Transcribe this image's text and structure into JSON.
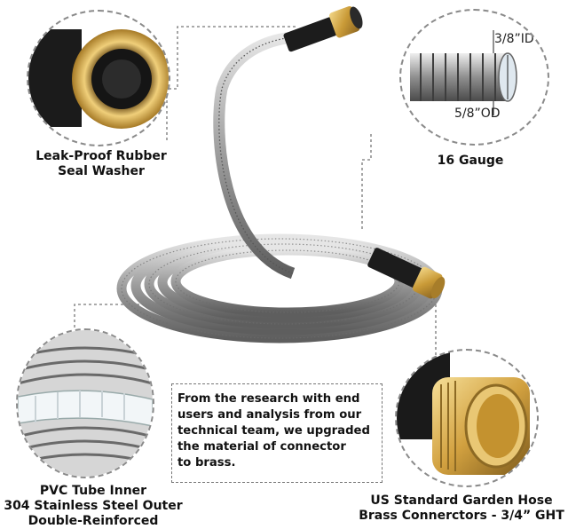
{
  "callouts": {
    "washer": {
      "line1": "Leak-Proof Rubber",
      "line2": "Seal Washer",
      "icon": "rubber-washer-closeup"
    },
    "gauge": {
      "label": "16 Gauge",
      "id_label": "3/8”ID",
      "od_label": "5/8”OD",
      "icon": "tube-cross-section"
    },
    "tube": {
      "line1": "PVC Tube Inner",
      "line2": "304 Stainless Steel Outer",
      "line3": "Double-Reinforced",
      "icon": "layered-tube-closeup"
    },
    "connector": {
      "line1": "US Standard Garden Hose",
      "line2": "Brass Connerctors - 3/4” GHT",
      "icon": "brass-connector-closeup"
    }
  },
  "description": {
    "lines": [
      "From the research with end",
      "users and analysis from our",
      "technical team, we upgraded",
      "the material of connector",
      "to brass."
    ]
  },
  "colors": {
    "brass": "#c9a24a",
    "steel": "#b8b8b8",
    "black_fitting": "#1c1c1c",
    "dash": "#8a8a8a"
  }
}
